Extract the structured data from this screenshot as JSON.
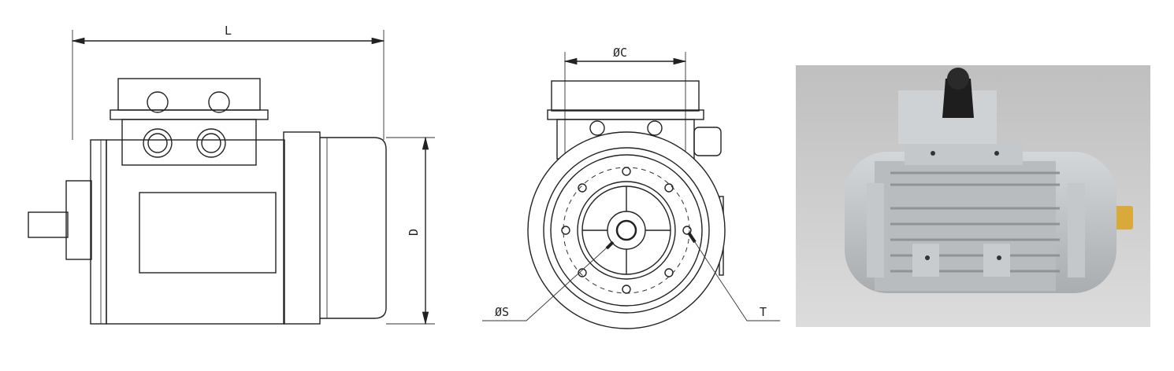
{
  "side_view": {
    "length_label": "L",
    "height_label": "D"
  },
  "front_view": {
    "flange_label": "ØC",
    "shaft_label": "ØS",
    "hole_label": "T"
  },
  "photo": {
    "subject": "electric-motor-photo",
    "body_color": "#b9bdc0",
    "background_color": "#c9c9c9",
    "shaft_color": "#d9a93a"
  }
}
